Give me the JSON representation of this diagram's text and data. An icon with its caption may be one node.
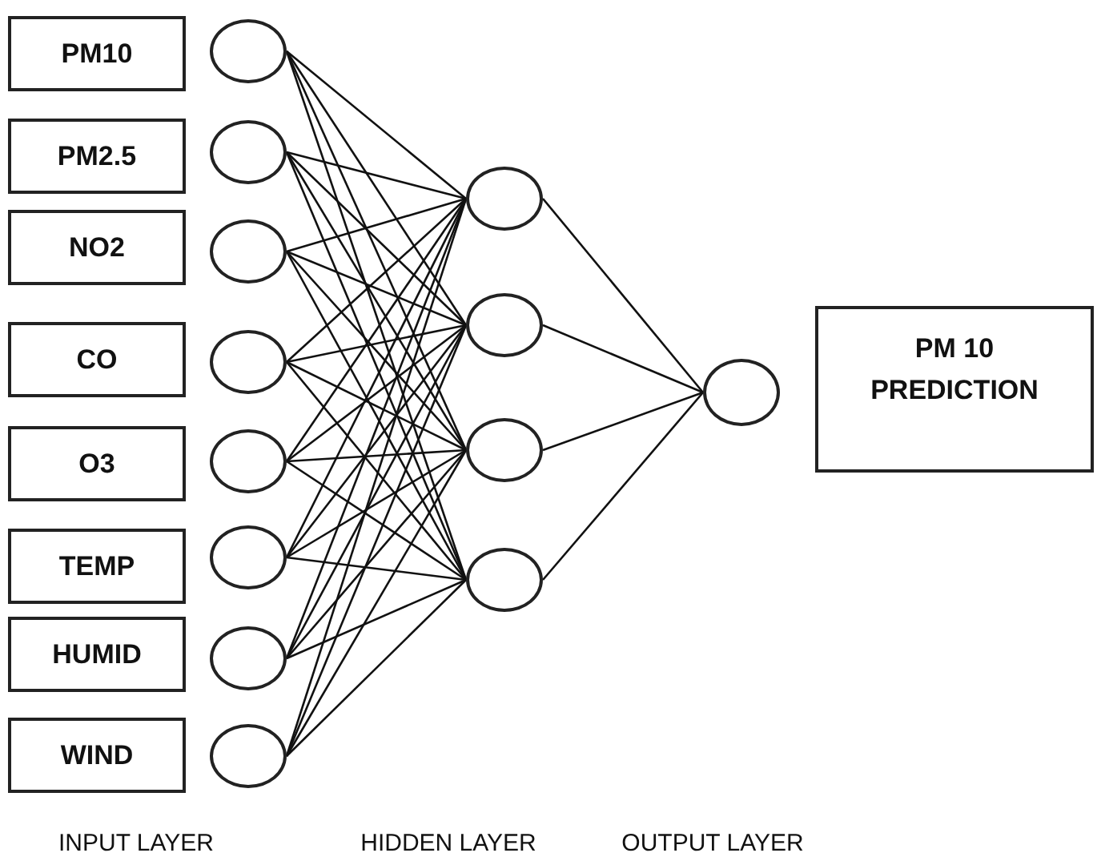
{
  "diagram": {
    "nodes": [
      {
        "text": [
          "PM10"
        ]
      },
      {
        "text": [
          "PM2.5"
        ]
      },
      {
        "text": [
          "NO2"
        ]
      },
      {
        "text": [
          "CO"
        ]
      },
      {
        "text": [
          "O3"
        ]
      },
      {
        "text": [
          "TEMP"
        ]
      },
      {
        "text": [
          "HUMID"
        ]
      },
      {
        "text": [
          "WIND"
        ]
      },
      {
        "text": [],
        "shape": "circle"
      },
      {
        "text": [],
        "shape": "circle"
      },
      {
        "text": [],
        "shape": "circle"
      },
      {
        "text": [],
        "shape": "circle"
      },
      {
        "text": [],
        "shape": "circle"
      },
      {
        "text": [],
        "shape": "circle"
      },
      {
        "text": [],
        "shape": "circle"
      },
      {
        "text": [],
        "shape": "circle"
      },
      {
        "text": [],
        "shape": "circle"
      },
      {
        "text": [],
        "shape": "circle"
      },
      {
        "text": [],
        "shape": "circle"
      },
      {
        "text": [],
        "shape": "circle"
      },
      {
        "text": [],
        "shape": "circle"
      },
      {
        "text": [
          "PM 10 PREDICTION"
        ]
      }
    ],
    "edges": [
      {
        "from": 8,
        "to": 16,
        "arrow": "none"
      },
      {
        "from": 8,
        "to": 17,
        "arrow": "none"
      },
      {
        "from": 8,
        "to": 18,
        "arrow": "none"
      },
      {
        "from": 8,
        "to": 19,
        "arrow": "none"
      },
      {
        "from": 9,
        "to": 16,
        "arrow": "none"
      },
      {
        "from": 9,
        "to": 17,
        "arrow": "none"
      },
      {
        "from": 9,
        "to": 18,
        "arrow": "none"
      },
      {
        "from": 9,
        "to": 19,
        "arrow": "none"
      },
      {
        "from": 10,
        "to": 16,
        "arrow": "none"
      },
      {
        "from": 10,
        "to": 17,
        "arrow": "none"
      },
      {
        "from": 10,
        "to": 18,
        "arrow": "none"
      },
      {
        "from": 10,
        "to": 19,
        "arrow": "none"
      },
      {
        "from": 11,
        "to": 16,
        "arrow": "none"
      },
      {
        "from": 11,
        "to": 17,
        "arrow": "none"
      },
      {
        "from": 11,
        "to": 18,
        "arrow": "none"
      },
      {
        "from": 11,
        "to": 19,
        "arrow": "none"
      },
      {
        "from": 12,
        "to": 16,
        "arrow": "none"
      },
      {
        "from": 12,
        "to": 17,
        "arrow": "none"
      },
      {
        "from": 12,
        "to": 18,
        "arrow": "none"
      },
      {
        "from": 12,
        "to": 19,
        "arrow": "none"
      },
      {
        "from": 13,
        "to": 16,
        "arrow": "none"
      },
      {
        "from": 13,
        "to": 17,
        "arrow": "none"
      },
      {
        "from": 13,
        "to": 18,
        "arrow": "none"
      },
      {
        "from": 13,
        "to": 19,
        "arrow": "none"
      },
      {
        "from": 14,
        "to": 16,
        "arrow": "none"
      },
      {
        "from": 14,
        "to": 17,
        "arrow": "none"
      },
      {
        "from": 14,
        "to": 18,
        "arrow": "none"
      },
      {
        "from": 14,
        "to": 19,
        "arrow": "none"
      },
      {
        "from": 15,
        "to": 16,
        "arrow": "none"
      },
      {
        "from": 15,
        "to": 17,
        "arrow": "none"
      },
      {
        "from": 15,
        "to": 18,
        "arrow": "none"
      },
      {
        "from": 15,
        "to": 19,
        "arrow": "none"
      },
      {
        "from": 16,
        "to": 20,
        "arrow": "none"
      },
      {
        "from": 17,
        "to": 20,
        "arrow": "none"
      },
      {
        "from": 18,
        "to": 20,
        "arrow": "none"
      },
      {
        "from": 19,
        "to": 20,
        "arrow": "none"
      }
    ],
    "labels": [
      "INPUT LAYER",
      "HIDDEN LAYER",
      "OUTPUT LAYER"
    ]
  }
}
